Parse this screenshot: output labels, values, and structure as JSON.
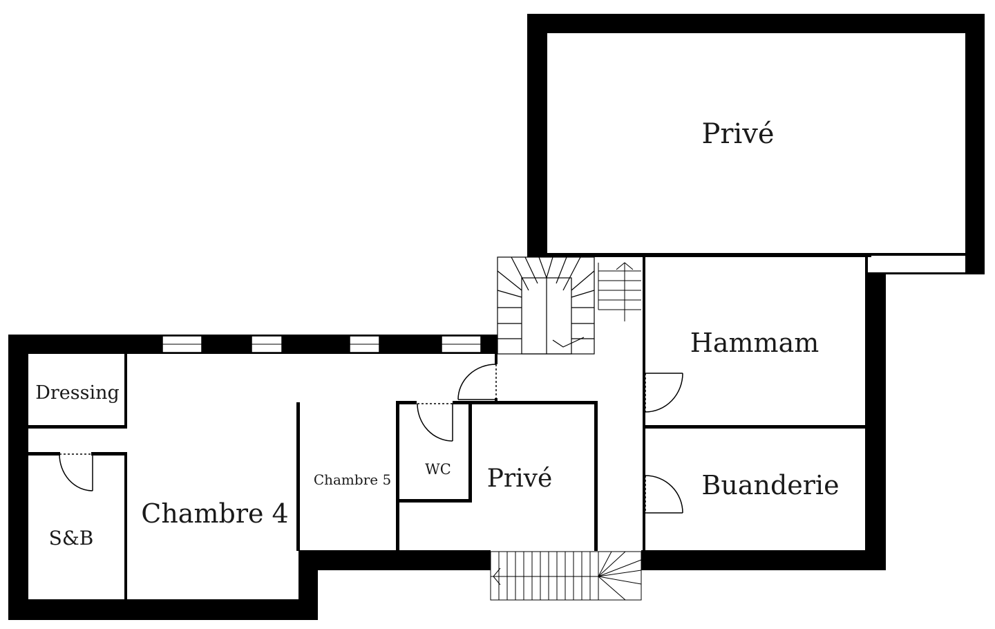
{
  "plan": {
    "wall_color": "#000000",
    "background_color": "#ffffff",
    "rooms": {
      "prive_top": "Privé",
      "hammam": "Hammam",
      "dressing": "Dressing",
      "chambre5": "Chambre 5",
      "wc": "WC",
      "prive_mid": "Privé",
      "buanderie": "Buanderie",
      "sdb": "S&B",
      "chambre4": "Chambre 4"
    }
  }
}
